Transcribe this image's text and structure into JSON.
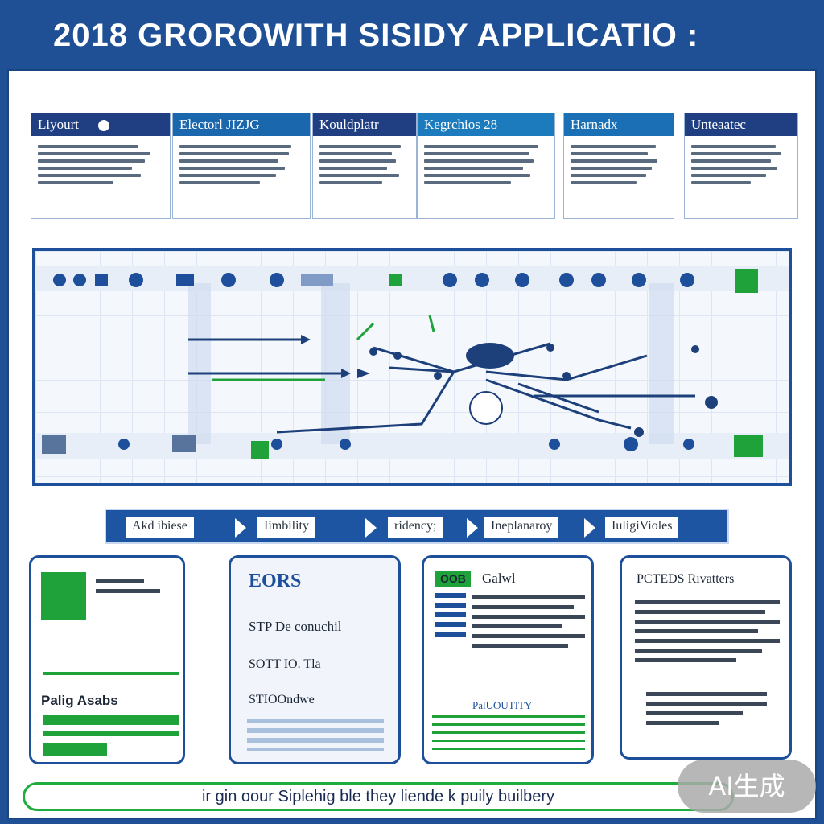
{
  "header": {
    "title": "2018 GROROWITH SISIDY APPLICATIO :"
  },
  "cards": [
    {
      "title": "Liyourt",
      "icon": "circle-icon",
      "color": "#1f3f82"
    },
    {
      "title": "Electorl JIZJG",
      "icon": "document-icon",
      "color": "#1b67ad"
    },
    {
      "title": "Kouldplatr",
      "icon": "dot-icon",
      "color": "#1f3f82"
    },
    {
      "title": "Kegrchios 28",
      "icon": "",
      "color": "#1b7bbd"
    },
    {
      "title": "Harnadx",
      "icon": "",
      "color": "#1b6fb4"
    },
    {
      "title": "Unteaatec",
      "icon": "",
      "color": "#1f3f82"
    }
  ],
  "steps": [
    {
      "label": "Akd ibiese"
    },
    {
      "label": "Iimbility"
    },
    {
      "label": "ridency;"
    },
    {
      "label": "Ineplanaroy"
    },
    {
      "label": "IuligiVioles"
    }
  ],
  "docs": [
    {
      "title": "Palig Asabs"
    },
    {
      "title": "EORS"
    },
    {
      "title": "Galwl"
    },
    {
      "title": "PCTEDS Rivatters"
    }
  ],
  "doc_labels": {
    "ep_row": "STP De conuchil",
    "row2": "SOTT IO. Tla",
    "row3": "STIOOndwe",
    "paluoutity": "PalUOUTITY",
    "green_tag": "OOB"
  },
  "footer": {
    "text": "ir gin oour Siplehig ble they liende k puily builbery"
  },
  "badge": {
    "text": "AI生成"
  },
  "colors": {
    "primary": "#1f4f95",
    "accent": "#1fa23a"
  }
}
